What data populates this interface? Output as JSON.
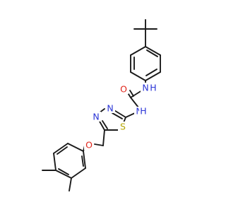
{
  "colors": {
    "background": "#ffffff",
    "bond": "#1a1a1a",
    "carbon": "#1a1a1a",
    "nitrogen": "#2a34d6",
    "oxygen": "#e0251b",
    "sulfur": "#b5a500"
  },
  "atoms": {
    "carbonyl_oxygen": {
      "symbol": "O",
      "element": "oxygen"
    },
    "urea_nh_aryl": {
      "symbol": "N",
      "element": "nitrogen",
      "hydrogen": "H"
    },
    "urea_nh_thiadiazole": {
      "symbol": "N",
      "element": "nitrogen",
      "hydrogen": "H"
    },
    "ring_n_upper": {
      "symbol": "N",
      "element": "nitrogen"
    },
    "ring_n_lower": {
      "symbol": "N",
      "element": "nitrogen"
    },
    "ring_sulfur": {
      "symbol": "S",
      "element": "sulfur"
    },
    "ether_oxygen": {
      "symbol": "O",
      "element": "oxygen"
    }
  }
}
